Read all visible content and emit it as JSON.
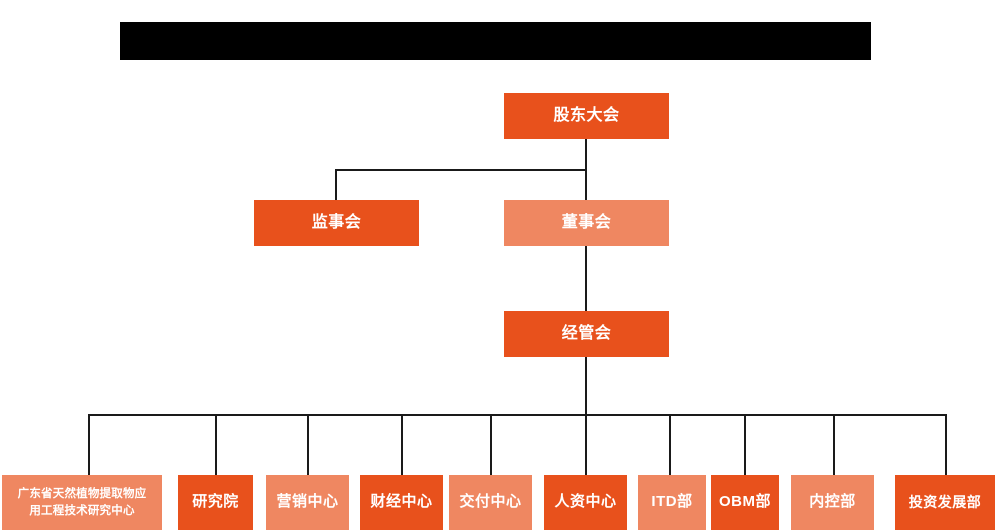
{
  "banner": {
    "redacted": true,
    "note": ""
  },
  "colors": {
    "dark_orange": "#E8511C",
    "light_orange": "#EF8761",
    "connector": "#1A1A1A",
    "banner": "#000000",
    "text": "#FFFFFF",
    "background": "#FFFFFF"
  },
  "chart": {
    "type": "org-chart",
    "levels": [
      {
        "name": "level-1",
        "nodes": [
          {
            "id": "shareholders",
            "label": "股东大会",
            "tone": "dark"
          }
        ]
      },
      {
        "name": "level-2",
        "nodes": [
          {
            "id": "supervisors",
            "label": "监事会",
            "tone": "dark"
          },
          {
            "id": "directors",
            "label": "董事会",
            "tone": "light"
          }
        ]
      },
      {
        "name": "level-3",
        "nodes": [
          {
            "id": "management",
            "label": "经管会",
            "tone": "dark"
          }
        ]
      },
      {
        "name": "level-4",
        "nodes": [
          {
            "id": "research-center",
            "label": "广东省天然植物提取物应用工程技术研究中心",
            "label_line1": "广东省天然植物提取物应",
            "label_line2": "用工程技术研究中心",
            "tone": "light"
          },
          {
            "id": "institute",
            "label": "研究院",
            "tone": "dark"
          },
          {
            "id": "marketing-center",
            "label": "营销中心",
            "tone": "light"
          },
          {
            "id": "finance-center",
            "label": "财经中心",
            "tone": "dark"
          },
          {
            "id": "delivery-center",
            "label": "交付中心",
            "tone": "light"
          },
          {
            "id": "hr-center",
            "label": "人资中心",
            "tone": "dark"
          },
          {
            "id": "itd-dept",
            "label": "ITD部",
            "tone": "light"
          },
          {
            "id": "obm-dept",
            "label": "OBM部",
            "tone": "dark"
          },
          {
            "id": "internal-control-dept",
            "label": "内控部",
            "tone": "light"
          },
          {
            "id": "investment-development-dept",
            "label": "投资发展部",
            "tone": "dark"
          }
        ]
      }
    ],
    "edges": [
      {
        "from": "shareholders",
        "to": "supervisors"
      },
      {
        "from": "shareholders",
        "to": "directors"
      },
      {
        "from": "directors",
        "to": "management"
      },
      {
        "from": "management",
        "to": "research-center"
      },
      {
        "from": "management",
        "to": "institute"
      },
      {
        "from": "management",
        "to": "marketing-center"
      },
      {
        "from": "management",
        "to": "finance-center"
      },
      {
        "from": "management",
        "to": "delivery-center"
      },
      {
        "from": "management",
        "to": "hr-center"
      },
      {
        "from": "management",
        "to": "itd-dept"
      },
      {
        "from": "management",
        "to": "obm-dept"
      },
      {
        "from": "management",
        "to": "internal-control-dept"
      },
      {
        "from": "management",
        "to": "investment-development-dept"
      }
    ]
  }
}
